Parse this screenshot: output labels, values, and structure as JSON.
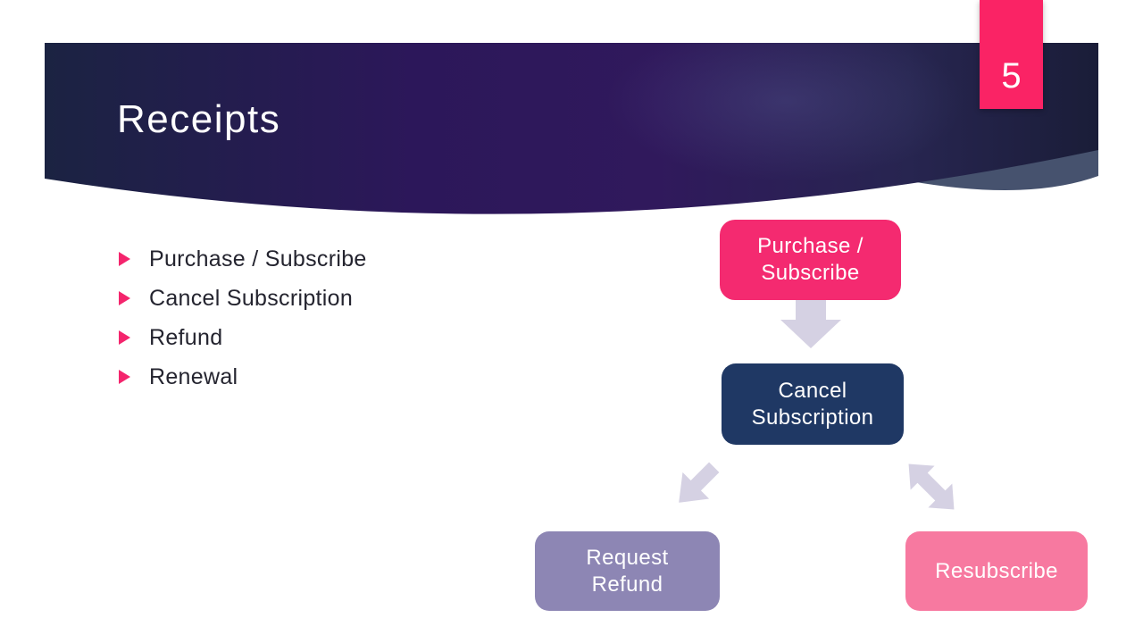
{
  "slide": {
    "page_number": "5",
    "header": {
      "title": "Receipts"
    },
    "bullet_list": {
      "items": [
        "Purchase / Subscribe",
        "Cancel Subscription",
        "Refund",
        "Renewal"
      ]
    },
    "flowchart": {
      "nodes": [
        {
          "id": "purchase-subscribe",
          "label": "Purchase /\nSubscribe",
          "fill": "#F42A70",
          "text_color": "#FFFFFF"
        },
        {
          "id": "cancel-subscription",
          "label": "Cancel\nSubscription",
          "fill": "#1F3864",
          "text_color": "#FFFFFF"
        },
        {
          "id": "request-refund",
          "label": "Request\nRefund",
          "fill": "#8D86B4",
          "text_color": "#FFFFFF"
        },
        {
          "id": "resubscribe",
          "label": "Resubscribe",
          "fill": "#F779A0",
          "text_color": "#FFFFFF"
        }
      ],
      "connectors": [
        {
          "from": "purchase-subscribe",
          "to": "cancel-subscription",
          "direction": "down",
          "style": "single-arrow"
        },
        {
          "from": "cancel-subscription",
          "to": "request-refund",
          "direction": "down-left",
          "style": "single-arrow"
        },
        {
          "from": "cancel-subscription",
          "to": "resubscribe",
          "direction": "down-right",
          "style": "double-arrow"
        }
      ],
      "arrow_color": "#D5D1E3"
    },
    "theme": {
      "background": "#FFFFFF",
      "banner_gradient_left": "#1B2342",
      "banner_gradient_mid": "#2E165A",
      "banner_gradient_right": "#1A1D38",
      "banner_swoosh": "#46526E",
      "accent_pink_badge": "#FA2365",
      "bullet_marker_pink": "#F4256D",
      "body_text": "#24242F",
      "title_text": "#FFFFFF"
    }
  }
}
